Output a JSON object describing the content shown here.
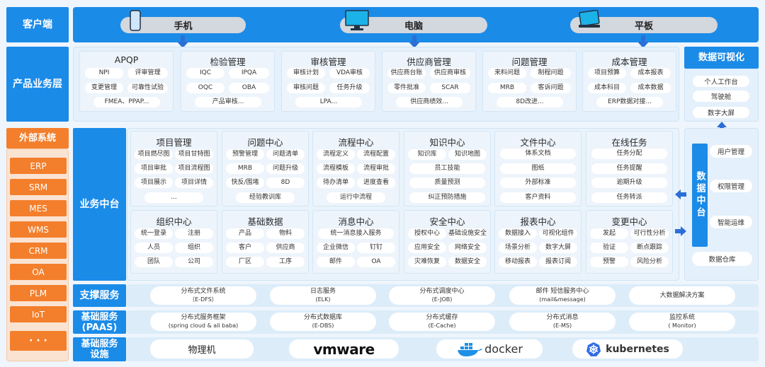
{
  "labels": {
    "client": "客户端",
    "product": "产品业务层",
    "external": "外部系统",
    "middle": "业务中台",
    "support": "支撑服务",
    "basic_paas": "基础服务\n(PAAS)",
    "infra": "基础服务\n设施"
  },
  "devices": [
    {
      "label": "手机",
      "icon": "phone-icon"
    },
    {
      "label": "电脑",
      "icon": "monitor-icon"
    },
    {
      "label": "平板",
      "icon": "tablet-icon"
    }
  ],
  "product": [
    {
      "title": "APQP",
      "items": [
        "NPI",
        "评审管理",
        "变更管理",
        "可靠性试验",
        "FMEA、PPAP..."
      ]
    },
    {
      "title": "检验管理",
      "items": [
        "IQC",
        "IPQA",
        "OQC",
        "OBA",
        "产品审核..."
      ]
    },
    {
      "title": "审核管理",
      "items": [
        "审核计划",
        "VDA审核",
        "审核问题",
        "任务升级",
        "LPA..."
      ]
    },
    {
      "title": "供应商管理",
      "items": [
        "供应商台账",
        "供应商审核",
        "零件批准",
        "SCAR",
        "供应商绩效..."
      ]
    },
    {
      "title": "问题管理",
      "items": [
        "来料问题",
        "制程问题",
        "MRB",
        "客诉问题",
        "8D改进..."
      ]
    },
    {
      "title": "成本管理",
      "items": [
        "项目预算",
        "成本报表",
        "成本科目",
        "成本数据",
        "ERP数据对接..."
      ]
    }
  ],
  "external": [
    "ERP",
    "SRM",
    "MES",
    "WMS",
    "CRM",
    "OA",
    "PLM",
    "IoT",
    "· · ·"
  ],
  "middle_top": [
    {
      "title": "项目管理",
      "items": [
        "项目燃尽图",
        "项目甘特图",
        "项目审批",
        "项目流程图",
        "项目展示",
        "项目详情",
        "..."
      ]
    },
    {
      "title": "问题中心",
      "items": [
        "预警管理",
        "问题清单",
        "MRB",
        "问题升级",
        "快反/围堵",
        "8D",
        "经验教训库"
      ]
    },
    {
      "title": "流程中心",
      "items": [
        "流程定义",
        "流程配置",
        "流程模板",
        "流程审批",
        "待办清单",
        "进度查看",
        "运行中流程"
      ]
    },
    {
      "title": "知识中心",
      "items": [
        "知识库",
        "知识地图",
        "员工技能",
        "质量预测",
        "纠正预防措施"
      ]
    },
    {
      "title": "文件中心",
      "items": [
        "体系文档",
        "图纸",
        "外部标准",
        "客户资料"
      ]
    },
    {
      "title": "在线任务",
      "items": [
        "任务分配",
        "任务提醒",
        "逾期升级",
        "任务转派"
      ]
    }
  ],
  "middle_bot": [
    {
      "title": "组织中心",
      "items": [
        "统一登录",
        "注册",
        "人员",
        "组织",
        "团队",
        "公司"
      ]
    },
    {
      "title": "基础数据",
      "items": [
        "产品",
        "物料",
        "客户",
        "供应商",
        "厂区",
        "工序"
      ]
    },
    {
      "title": "消息中心",
      "items": [
        "统一消息接入服务",
        "企业微信",
        "钉钉",
        "邮件",
        "OA"
      ]
    },
    {
      "title": "安全中心",
      "items": [
        "授权中心",
        "基础设施安全",
        "应用安全",
        "网络安全",
        "灾难恢复",
        "数据安全"
      ]
    },
    {
      "title": "报表中心",
      "items": [
        "数据接入",
        "可视化组件",
        "场景分析",
        "数字大屏",
        "移动报表",
        "报表订阅"
      ]
    },
    {
      "title": "变更中心",
      "items": [
        "发起",
        "可行性分析",
        "验证",
        "断点跟踪",
        "预警",
        "风险分析"
      ]
    }
  ],
  "data_platform": {
    "title": "数据中台",
    "items": [
      "用户管理",
      "权限管理",
      "智能运维"
    ],
    "warehouse": "数据仓库"
  },
  "data_vis": {
    "title": "数据可视化",
    "items": [
      "个人工作台",
      "驾驶舱",
      "数字大屏"
    ]
  },
  "support": [
    {
      "name": "分布式文件系统",
      "sub": "（E-DFS）"
    },
    {
      "name": "日志服务",
      "sub": "(ELK)"
    },
    {
      "name": "分布式调度中心",
      "sub": "(E-JOB)"
    },
    {
      "name": "邮件 短信服务中心",
      "sub": "(mail&message)"
    },
    {
      "name": "大数据解决方案",
      "sub": ""
    }
  ],
  "paas": [
    {
      "name": "分布式服务框架",
      "sub": "(spring cloud & ali baba)"
    },
    {
      "name": "分布式数据库",
      "sub": "(E-DBS)"
    },
    {
      "name": "分布式缓存",
      "sub": "(E-Cache)"
    },
    {
      "name": "分布式消息",
      "sub": "(E-MS)"
    },
    {
      "name": "监控系统",
      "sub": "( Monitor)"
    }
  ],
  "infra": [
    {
      "name": "物理机"
    },
    {
      "name": "vmware"
    },
    {
      "name": "docker"
    },
    {
      "name": "kubernetes"
    }
  ],
  "colors": {
    "label_blue": "#1b8be8",
    "external_orange": "#f37f2c",
    "arrow_blue": "#2b6fd6"
  }
}
